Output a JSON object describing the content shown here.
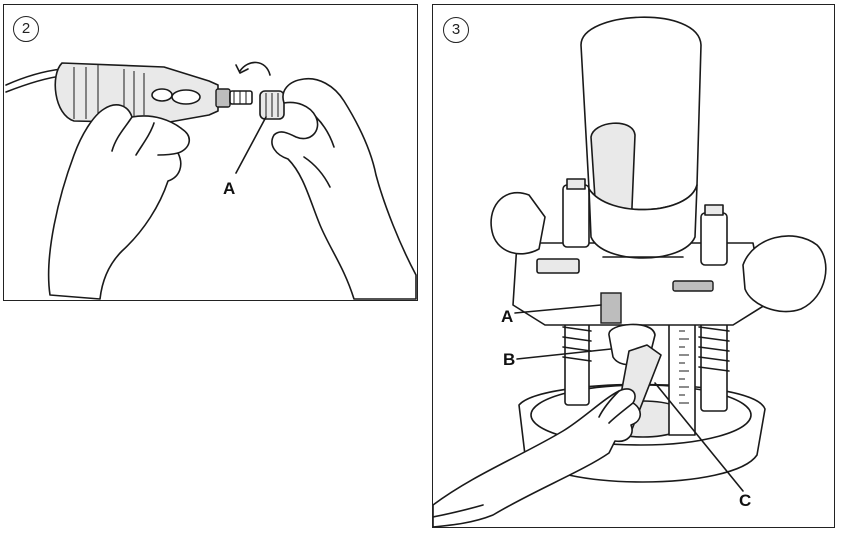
{
  "panels": [
    {
      "step": "2",
      "callouts": [
        "A"
      ]
    },
    {
      "step": "3",
      "callouts": [
        "A",
        "B",
        "C"
      ]
    }
  ]
}
